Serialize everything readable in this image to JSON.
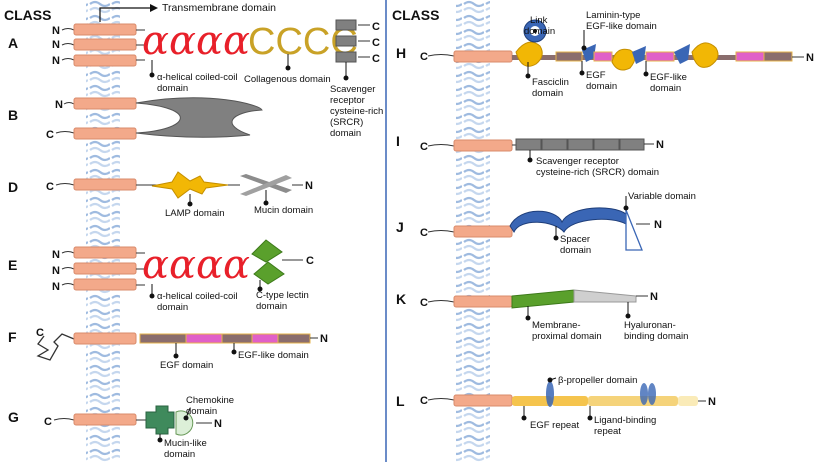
{
  "headers": {
    "left": "CLASS",
    "right": "CLASS"
  },
  "terminals": {
    "n": "N",
    "c": "C"
  },
  "transmembrane_label": "Transmembrane domain",
  "alpha_glyph": "αααα",
  "collagen_glyph": "CCCC",
  "classes": {
    "A": {
      "letter": "A",
      "labels": [
        "α-helical coiled-coil",
        "domain",
        "Collagenous domain",
        "Scavenger",
        "receptor",
        "cysteine-rich",
        "(SRCR)",
        "domain"
      ]
    },
    "B": {
      "letter": "B"
    },
    "D": {
      "letter": "D",
      "labels": [
        "LAMP domain",
        "Mucin domain"
      ]
    },
    "E": {
      "letter": "E",
      "labels": [
        "α-helical coiled-coil",
        "domain",
        "C-type lectin",
        "domain"
      ]
    },
    "F": {
      "letter": "F",
      "labels": [
        "EGF domain",
        "EGF-like domain"
      ]
    },
    "G": {
      "letter": "G",
      "labels": [
        "Chemokine",
        "domain",
        "Mucin-like",
        "domain"
      ]
    },
    "H": {
      "letter": "H",
      "labels": [
        "Link",
        "domain",
        "Laminin-type",
        "EGF-like domain",
        "Fasciclin",
        "domain",
        "EGF",
        "domain",
        "EGF-like",
        "domain"
      ]
    },
    "I": {
      "letter": "I",
      "labels": [
        "Scavenger receptor",
        "cysteine-rich (SRCR) domain"
      ]
    },
    "J": {
      "letter": "J",
      "labels": [
        "Variable domain",
        "Spacer",
        "domain"
      ]
    },
    "K": {
      "letter": "K",
      "labels": [
        "Membrane-",
        "proximal domain",
        "Hyaluronan-",
        "binding domain"
      ]
    },
    "L": {
      "letter": "L",
      "labels": [
        "β-propeller domain",
        "EGF repeat",
        "Ligand-binding",
        "repeat"
      ]
    }
  },
  "colors": {
    "tm": "#f3a98a",
    "membrane": "#c9daf0",
    "alpha": "#e8202a",
    "collagen": "#c9a227",
    "srcr": "#808080",
    "egf": "#8a6d6d",
    "egf_like": "#e060c8",
    "lamp": "#f2b705",
    "lectin": "#5aa02c",
    "divider": "#3a66b5",
    "spacer": "#3a66b5",
    "fasciclin": "#f2b705",
    "lbp": "#f5d37a"
  }
}
